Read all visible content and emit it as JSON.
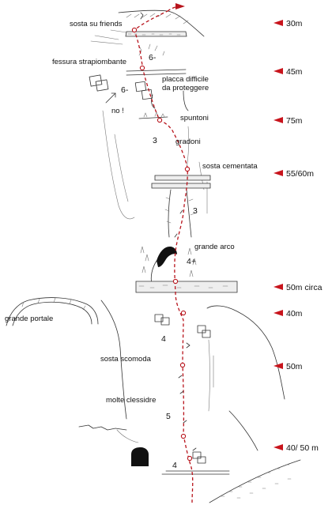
{
  "colors": {
    "route": "#b8141c",
    "marker": "#c8141c",
    "rock": "#333333"
  },
  "labels": {
    "sosta_su_friends": "sosta su friends",
    "fessura_strapiombante": "fessura strapiombante",
    "placca_difficile": "placca difficile",
    "da_proteggere": "da proteggere",
    "no": "no !",
    "spuntoni": "spuntoni",
    "gradoni": "gradoni",
    "sosta_cementata": "sosta cementata",
    "grande_arco": "grande arco",
    "grande_portale": "grande portale",
    "sosta_scomoda": "sosta scomoda",
    "molte_clessidre": "molte clessidre"
  },
  "grades": {
    "g6_top": "6-",
    "g6_left": "6-",
    "g3_a": "3",
    "g3_b": "3",
    "g4plus": "4+",
    "g4_a": "4",
    "g5": "5",
    "g4_b": "4"
  },
  "pitch_lengths": [
    {
      "key": "p1",
      "text": "30m"
    },
    {
      "key": "p2",
      "text": "45m"
    },
    {
      "key": "p3",
      "text": "75m"
    },
    {
      "key": "p4",
      "text": "55/60m"
    },
    {
      "key": "p5",
      "text": "50m circa"
    },
    {
      "key": "p6",
      "text": "40m"
    },
    {
      "key": "p7",
      "text": "50m"
    },
    {
      "key": "p8",
      "text": "40/ 50 m"
    }
  ]
}
